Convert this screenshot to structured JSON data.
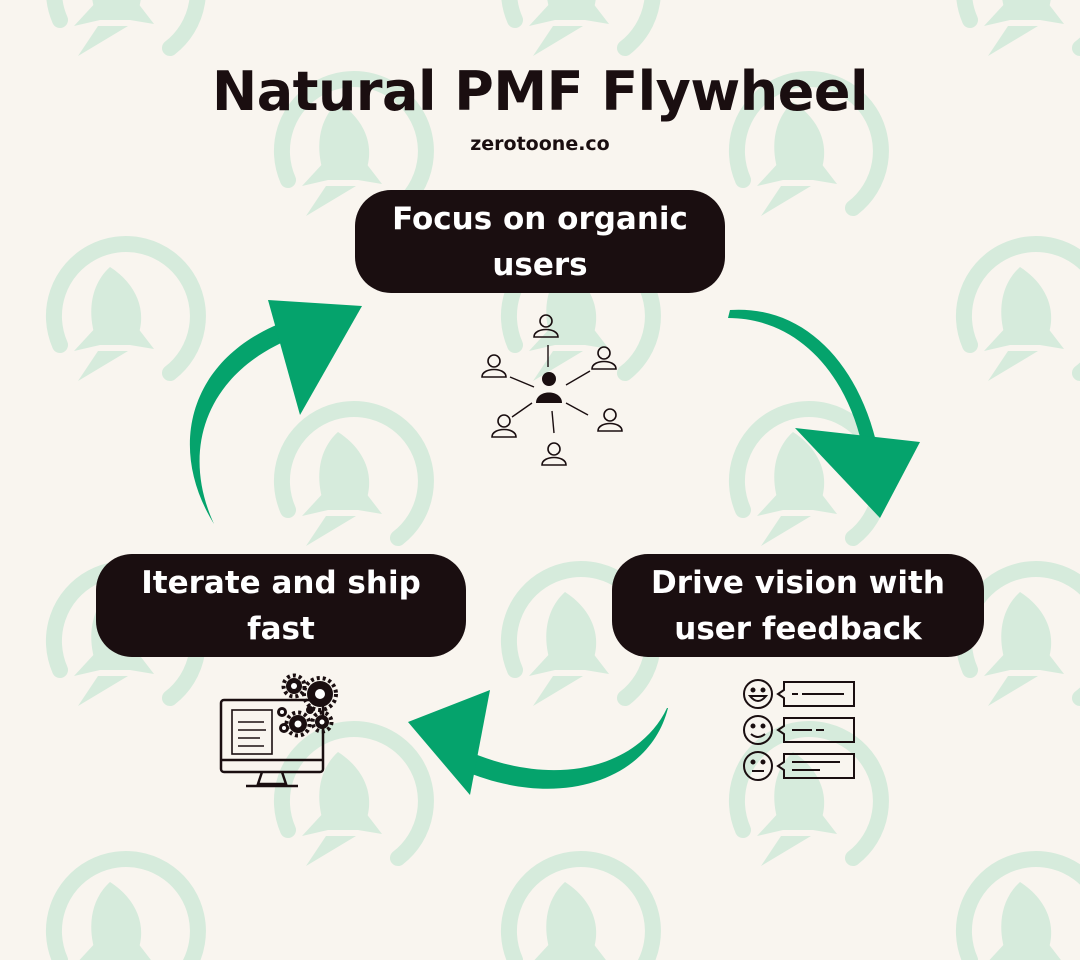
{
  "title": "Natural PMF Flywheel",
  "subtitle": "zerotoone.co",
  "steps": {
    "top": "Focus on organic users",
    "right": "Drive vision with user feedback",
    "left": "Iterate and ship fast"
  },
  "colors": {
    "background": "#f9f5ef",
    "box": "#1a0e10",
    "box_text": "#ffffff",
    "arrow": "#05a36c",
    "watermark": "#d6ebdc"
  },
  "icons": {
    "background_pattern": "rocket-logo-icon",
    "top_illustration": "user-network-icon",
    "right_illustration": "feedback-faces-icon",
    "left_illustration": "computer-gears-icon"
  }
}
